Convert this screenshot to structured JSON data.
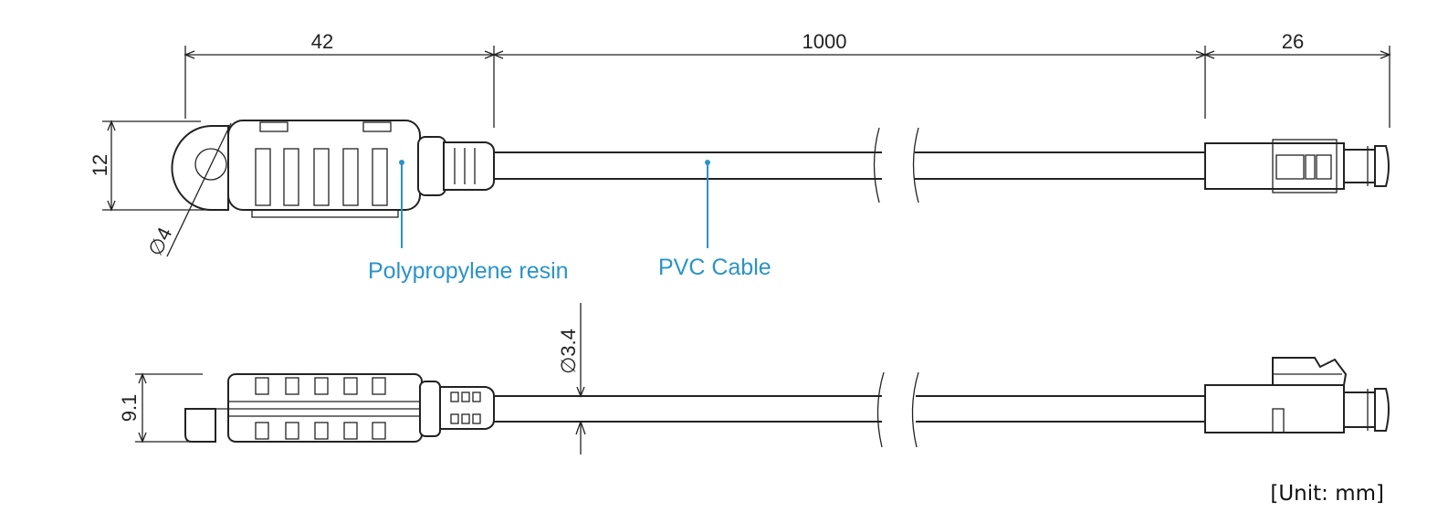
{
  "dimensions": {
    "sensor_length": "42",
    "cable_length": "1000",
    "connector_length": "26",
    "sensor_height": "12",
    "hole_diameter": "∅4",
    "cable_diameter": "∅3.4",
    "sensor_thickness": "9.1"
  },
  "callouts": {
    "sensor_material": "Polypropylene resin",
    "cable_material": "PVC Cable"
  },
  "unit_note": "[Unit: mm]",
  "colors": {
    "callout": "#2a93c9",
    "line": "#222222"
  }
}
